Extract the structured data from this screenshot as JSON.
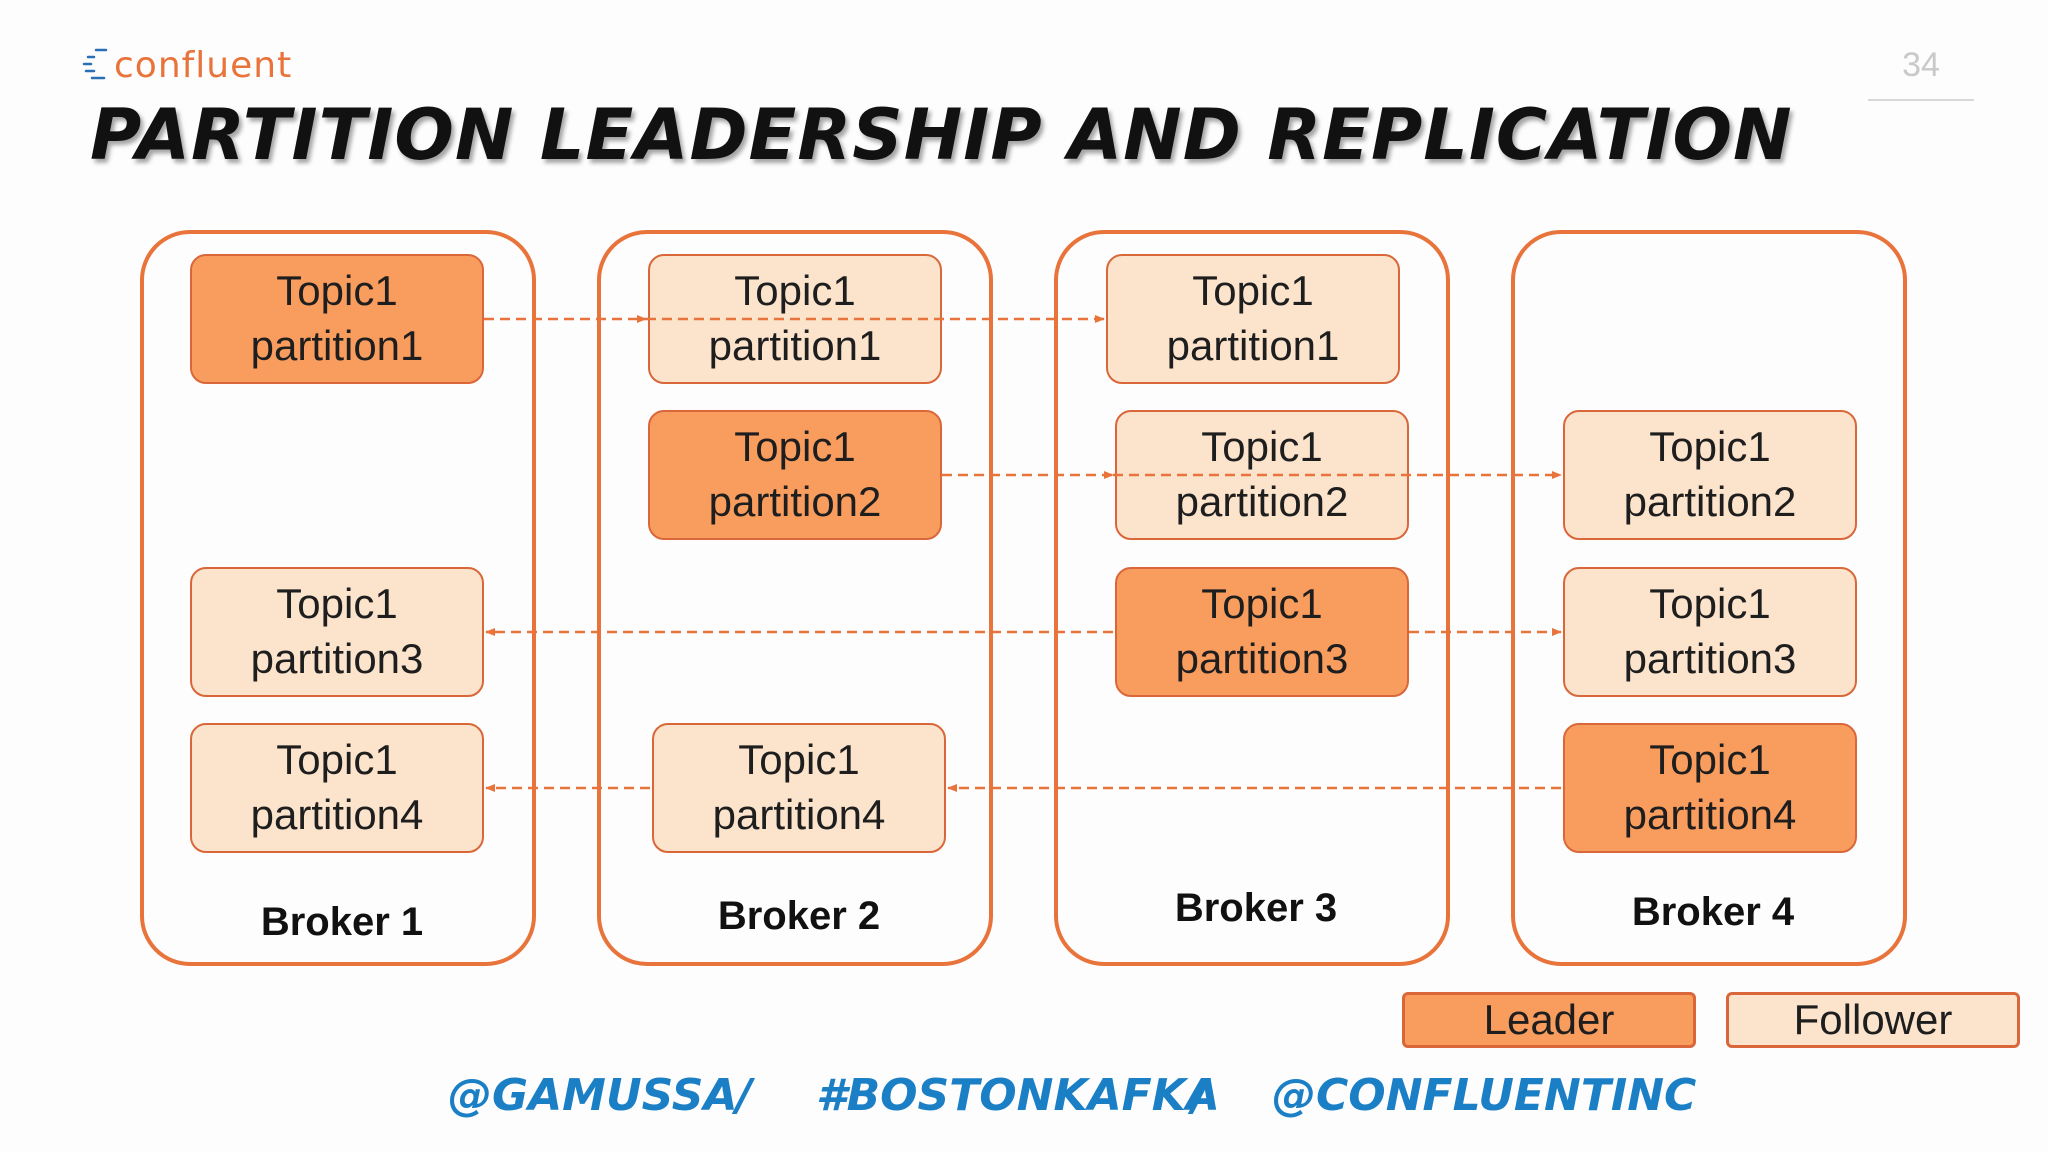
{
  "header": {
    "logo_text": "confluent",
    "page_number": "34",
    "title": "Partition Leadership and Replication"
  },
  "colors": {
    "accent": "#e8743b",
    "leader_fill": "#f99d5f",
    "follower_fill": "#fbe3cc",
    "footer_text": "#1b7fc6"
  },
  "brokers": [
    {
      "label": "Broker 1",
      "partitions": [
        {
          "topic": "Topic1",
          "partition": "partition1",
          "role": "leader"
        },
        {
          "topic": "Topic1",
          "partition": "partition3",
          "role": "follower"
        },
        {
          "topic": "Topic1",
          "partition": "partition4",
          "role": "follower"
        }
      ]
    },
    {
      "label": "Broker 2",
      "partitions": [
        {
          "topic": "Topic1",
          "partition": "partition1",
          "role": "follower"
        },
        {
          "topic": "Topic1",
          "partition": "partition2",
          "role": "leader"
        },
        {
          "topic": "Topic1",
          "partition": "partition4",
          "role": "follower"
        }
      ]
    },
    {
      "label": "Broker 3",
      "partitions": [
        {
          "topic": "Topic1",
          "partition": "partition1",
          "role": "follower"
        },
        {
          "topic": "Topic1",
          "partition": "partition2",
          "role": "follower"
        },
        {
          "topic": "Topic1",
          "partition": "partition3",
          "role": "leader"
        }
      ]
    },
    {
      "label": "Broker 4",
      "partitions": [
        {
          "topic": "Topic1",
          "partition": "partition2",
          "role": "follower"
        },
        {
          "topic": "Topic1",
          "partition": "partition3",
          "role": "follower"
        },
        {
          "topic": "Topic1",
          "partition": "partition4",
          "role": "leader"
        }
      ]
    }
  ],
  "legend": {
    "leader": "Leader",
    "follower": "Follower"
  },
  "footer": {
    "handle1": "@gamussa",
    "sep1": "/",
    "hashtag": "#bostonkafka",
    "sep2": "/",
    "handle2": "@ConfluentInc"
  }
}
